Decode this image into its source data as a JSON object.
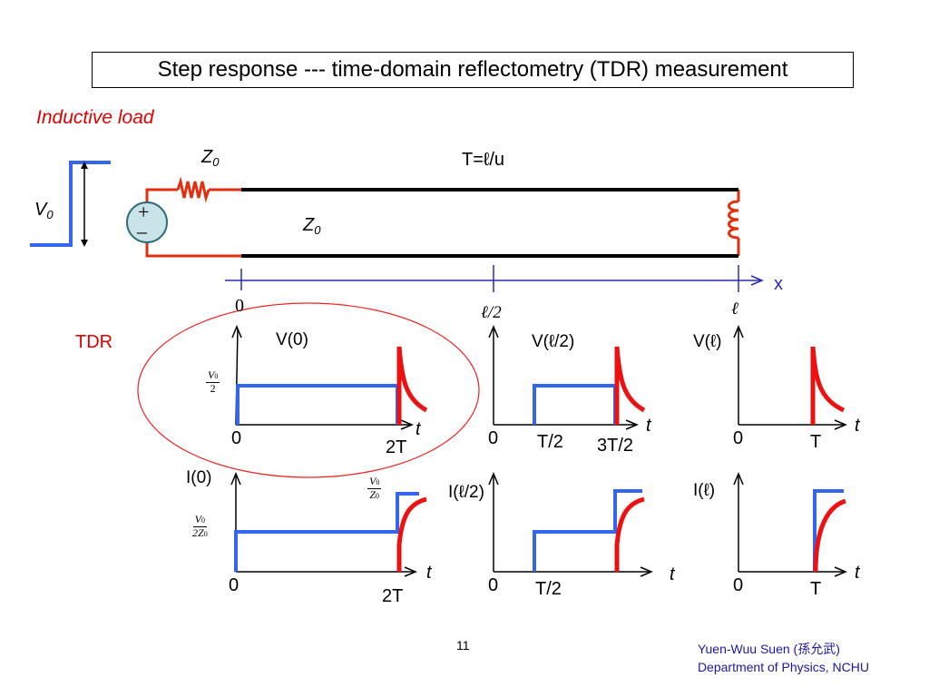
{
  "title": "Step response --- time-domain reflectometry (TDR) measurement",
  "load_type": "Inductive load",
  "circuit": {
    "source_resistor": "Z",
    "source_resistor_sub": "0",
    "line_impedance": "Z",
    "line_impedance_sub": "0",
    "delay": "T=ℓ/u",
    "step_amplitude": "V",
    "step_amplitude_sub": "0",
    "source_plus": "+",
    "source_minus": "–"
  },
  "axis": {
    "label": "x",
    "ticks": [
      "0",
      "ℓ/2",
      "ℓ"
    ]
  },
  "tdr_label": "TDR",
  "plots": {
    "v0": {
      "ylabel": "V(0)",
      "origin": "0",
      "tlabel": "t",
      "tick1": "2T",
      "level_num": "V",
      "level_num_sub": "0",
      "level_den": "2"
    },
    "vhalf": {
      "ylabel": "V(ℓ/2)",
      "origin": "0",
      "tlabel": "t",
      "tick1": "T/2",
      "tick2": "3T/2"
    },
    "vl": {
      "ylabel": "V(ℓ)",
      "origin": "0",
      "tlabel": "t",
      "tick1": "T"
    },
    "i0": {
      "ylabel": "I(0)",
      "origin": "0",
      "tlabel": "t",
      "tick1": "2T",
      "level1_num": "V",
      "level1_num_sub": "0",
      "level1_den": "2Z",
      "level1_den_sub": "0",
      "level2_num": "V",
      "level2_num_sub": "0",
      "level2_den": "Z",
      "level2_den_sub": "0"
    },
    "ihalf": {
      "ylabel": "I(ℓ/2)",
      "origin": "0",
      "tlabel": "t",
      "tick1": "T/2"
    },
    "il": {
      "ylabel": "I(ℓ)",
      "origin": "0",
      "tlabel": "t",
      "tick1": "T"
    }
  },
  "page_number": "11",
  "footer": {
    "author": "Yuen-Wuu Suen (孫允武)",
    "department": "Department of Physics, NCHU"
  },
  "colors": {
    "waveform": "#3366ee",
    "response": "#ee1111",
    "axis_line": "#2b2bb0",
    "circuit_wire": "#e03010",
    "transmission_line": "#000000"
  }
}
